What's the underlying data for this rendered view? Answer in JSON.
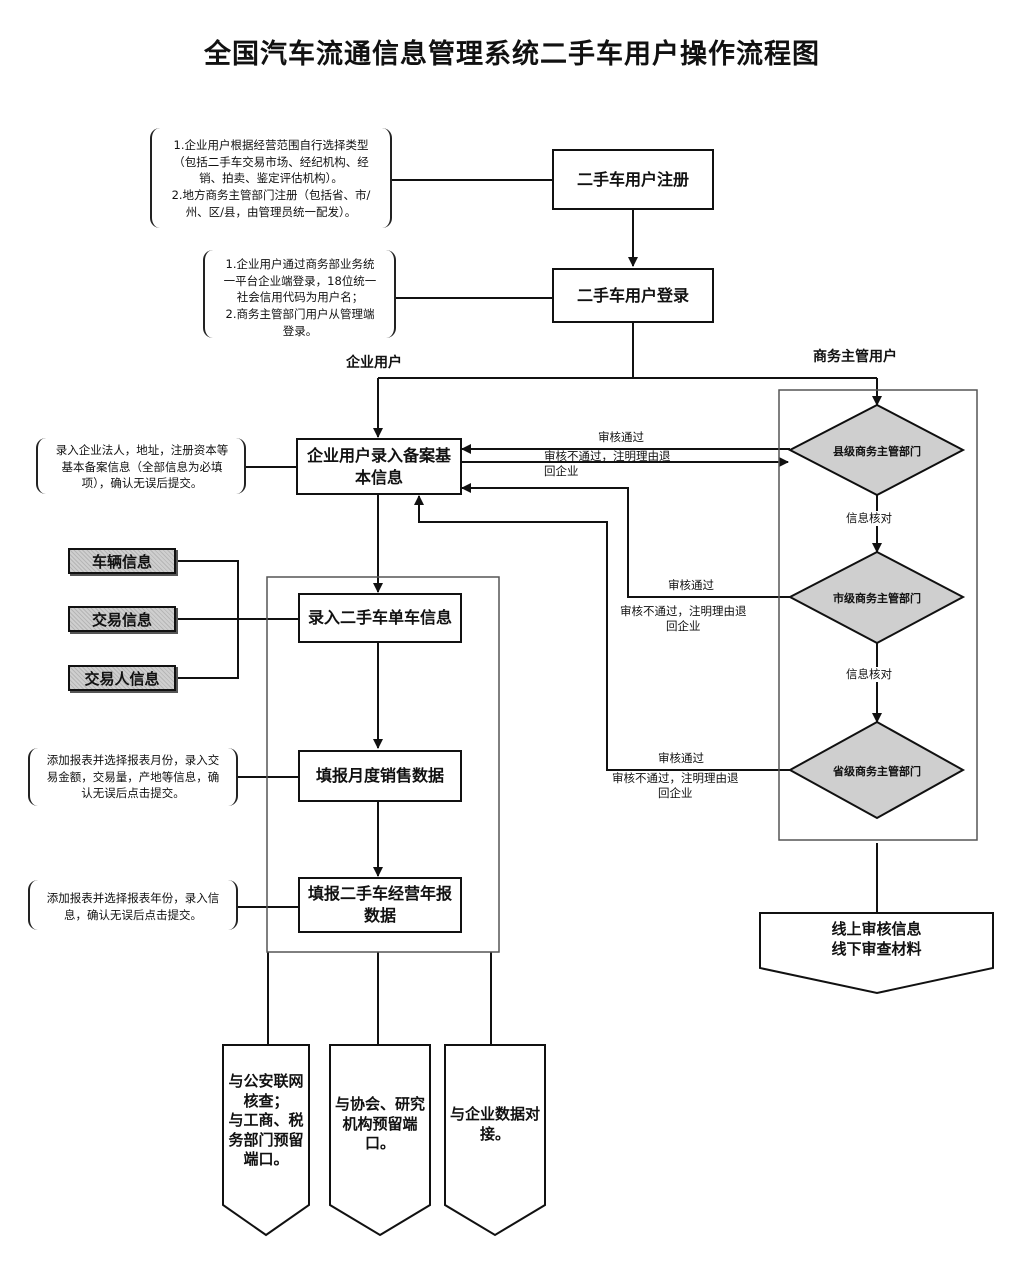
{
  "title": "全国汽车流通信息管理系统二手车用户操作流程图",
  "steps": {
    "register": "二手车用户注册",
    "login": "二手车用户登录",
    "filing": "企业用户录入备案基本信息",
    "single_car": "录入二手车单车信息",
    "monthly": "填报月度销售数据",
    "annual": "填报二手车经营年报数据",
    "review": "线上审核信息\n线下审查材料"
  },
  "notes": {
    "register_note": "1.企业用户根据经营范围自行选择类型（包括二手车交易市场、经纪机构、经销、拍卖、鉴定评估机构）。\n2.地方商务主管部门注册（包括省、市/州、区/县，由管理员统一配发）。",
    "login_note": "1.企业用户通过商务部业务统一平台企业端登录，18位统一社会信用代码为用户名；\n2.商务主管部门用户从管理端登录。",
    "filing_note": "录入企业法人，地址，注册资本等基本备案信息（全部信息为必填项），确认无误后提交。",
    "monthly_note": "添加报表并选择报表月份，录入交易金额，交易量，产地等信息，确认无误后点击提交。",
    "annual_note": "添加报表并选择报表年份，录入信息，确认无误后点击提交。"
  },
  "labels": {
    "enterprise_user": "企业用户",
    "commerce_user": "商务主管用户",
    "approved": "审核通过",
    "rejected": "审核不通过，注明理由退\n回企业",
    "info_check": "信息核对"
  },
  "inputs": {
    "vehicle": "车辆信息",
    "transaction": "交易信息",
    "party": "交易人信息"
  },
  "diamonds": {
    "county": "县级商务主管部门",
    "city": "市级商务主管部门",
    "province": "省级商务主管部门"
  },
  "outputs": {
    "police": "与公安联网核查；\n与工商、税务部门预留端口。",
    "association": "与协会、研究机构预留端口。",
    "enterprise": "与企业数据对接。"
  }
}
